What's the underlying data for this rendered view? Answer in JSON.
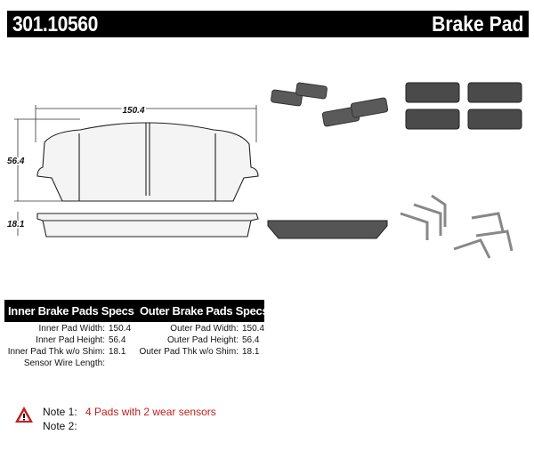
{
  "header": {
    "part_number": "301.10560",
    "category": "Brake Pad"
  },
  "drawing": {
    "width_dim": "150.4",
    "height_dim": "56.4",
    "thickness_dim": "18.1"
  },
  "specs": {
    "inner_title": "Inner Brake Pads Specs",
    "outer_title": "Outer Brake Pads Specs",
    "inner": [
      {
        "label": "Inner Pad Width:",
        "value": "150.4"
      },
      {
        "label": "Inner Pad Height:",
        "value": "56.4"
      },
      {
        "label": "Inner Pad Thk w/o Shim:",
        "value": "18.1"
      },
      {
        "label": "Sensor Wire Length:",
        "value": ""
      }
    ],
    "outer": [
      {
        "label": "Outer Pad Width:",
        "value": "150.4"
      },
      {
        "label": "Outer Pad Height:",
        "value": "56.4"
      },
      {
        "label": "Outer Pad Thk w/o Shim:",
        "value": "18.1"
      }
    ]
  },
  "notes": [
    {
      "label": "Note 1:",
      "text": "4 Pads with 2 wear sensors"
    },
    {
      "label": "Note 2:",
      "text": ""
    }
  ],
  "colors": {
    "note_text": "#c0201e",
    "warning": "#c0201e"
  }
}
